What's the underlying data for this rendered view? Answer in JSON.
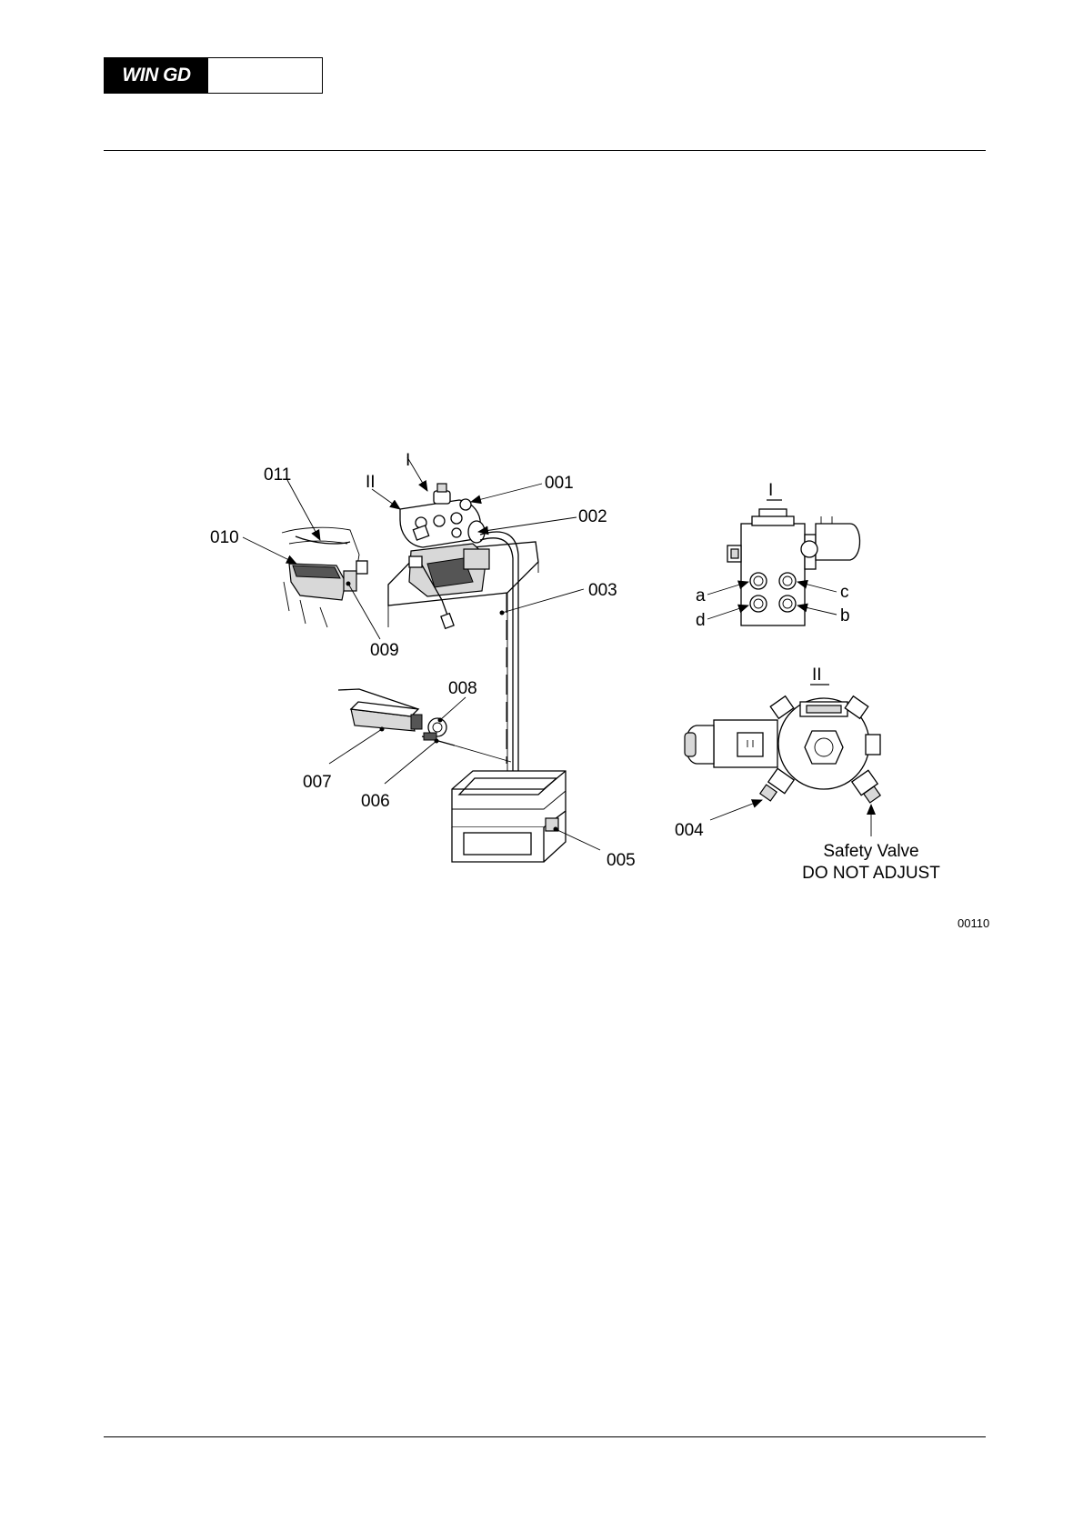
{
  "header": {
    "logo_text": "WIN GD"
  },
  "figure": {
    "callouts": {
      "c001": "001",
      "c002": "002",
      "c003": "003",
      "c004": "004",
      "c005": "005",
      "c006": "006",
      "c007": "007",
      "c008": "008",
      "c009": "009",
      "c010": "010",
      "c011": "011",
      "viewI": "I",
      "viewII": "II"
    },
    "detail_I": {
      "title": "I",
      "ports": {
        "a": "a",
        "b": "b",
        "c": "c",
        "d": "d"
      }
    },
    "detail_II": {
      "title": "II",
      "safety_valve_line1": "Safety Valve",
      "safety_valve_line2": "DO NOT ADJUST"
    },
    "figure_code": "00110"
  }
}
